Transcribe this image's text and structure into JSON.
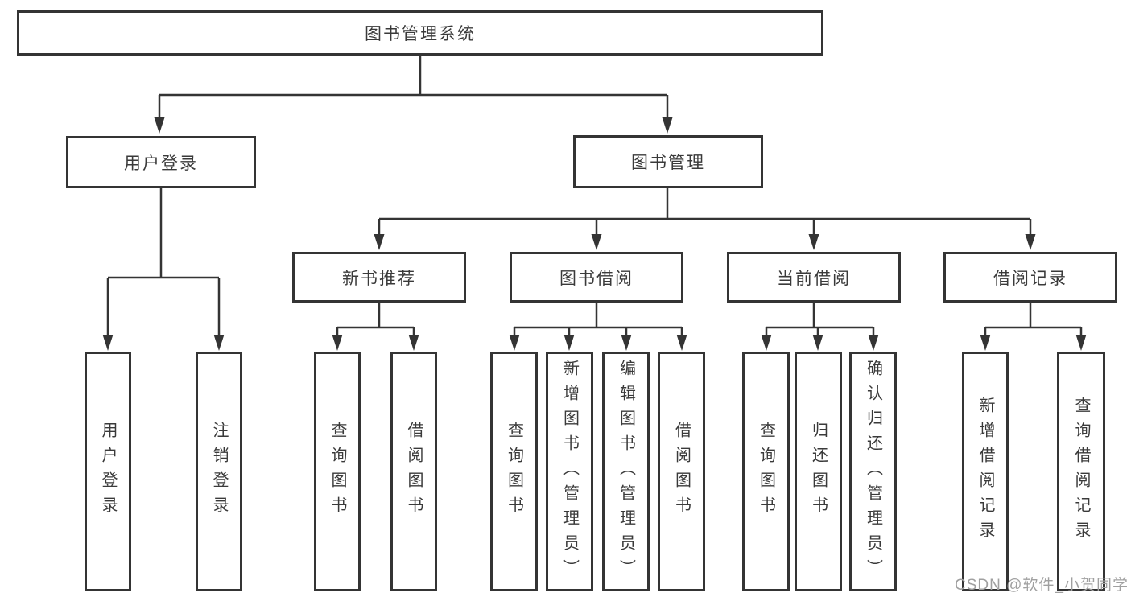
{
  "diagram": {
    "title": "图书管理系统",
    "watermark": "CSDN @软件_小贺同学",
    "colors": {
      "line": "#343434",
      "text": "#3a3a3a",
      "background": "#ffffff",
      "watermark": "#a0a0a0"
    },
    "nodes": {
      "root": {
        "label": "图书管理系统",
        "level": 1,
        "parent": null
      },
      "login": {
        "label": "用户登录",
        "level": 2,
        "parent": "root"
      },
      "mgmt": {
        "label": "图书管理",
        "level": 2,
        "parent": "root"
      },
      "rec": {
        "label": "新书推荐",
        "level": 3,
        "parent": "mgmt"
      },
      "borrow": {
        "label": "图书借阅",
        "level": 3,
        "parent": "mgmt"
      },
      "current": {
        "label": "当前借阅",
        "level": 3,
        "parent": "mgmt"
      },
      "records": {
        "label": "借阅记录",
        "level": 3,
        "parent": "mgmt"
      },
      "login_user": {
        "label": "用户登录",
        "level": 4,
        "parent": "login"
      },
      "login_logout": {
        "label": "注销登录",
        "level": 4,
        "parent": "login"
      },
      "rec_query": {
        "label": "查询图书",
        "level": 4,
        "parent": "rec"
      },
      "rec_borrow": {
        "label": "借阅图书",
        "level": 4,
        "parent": "rec"
      },
      "borrow_query": {
        "label": "查询图书",
        "level": 4,
        "parent": "borrow"
      },
      "borrow_add": {
        "label": "新增图书（管理员）",
        "level": 4,
        "parent": "borrow"
      },
      "borrow_edit": {
        "label": "编辑图书（管理员）",
        "level": 4,
        "parent": "borrow"
      },
      "borrow_lend": {
        "label": "借阅图书",
        "level": 4,
        "parent": "borrow"
      },
      "current_query": {
        "label": "查询图书",
        "level": 4,
        "parent": "current"
      },
      "current_return": {
        "label": "归还图书",
        "level": 4,
        "parent": "current"
      },
      "current_confirm": {
        "label": "确认归还（管理员）",
        "level": 4,
        "parent": "current"
      },
      "records_add": {
        "label": "新增借阅记录",
        "level": 4,
        "parent": "records"
      },
      "records_query": {
        "label": "查询借阅记录",
        "level": 4,
        "parent": "records"
      }
    }
  }
}
